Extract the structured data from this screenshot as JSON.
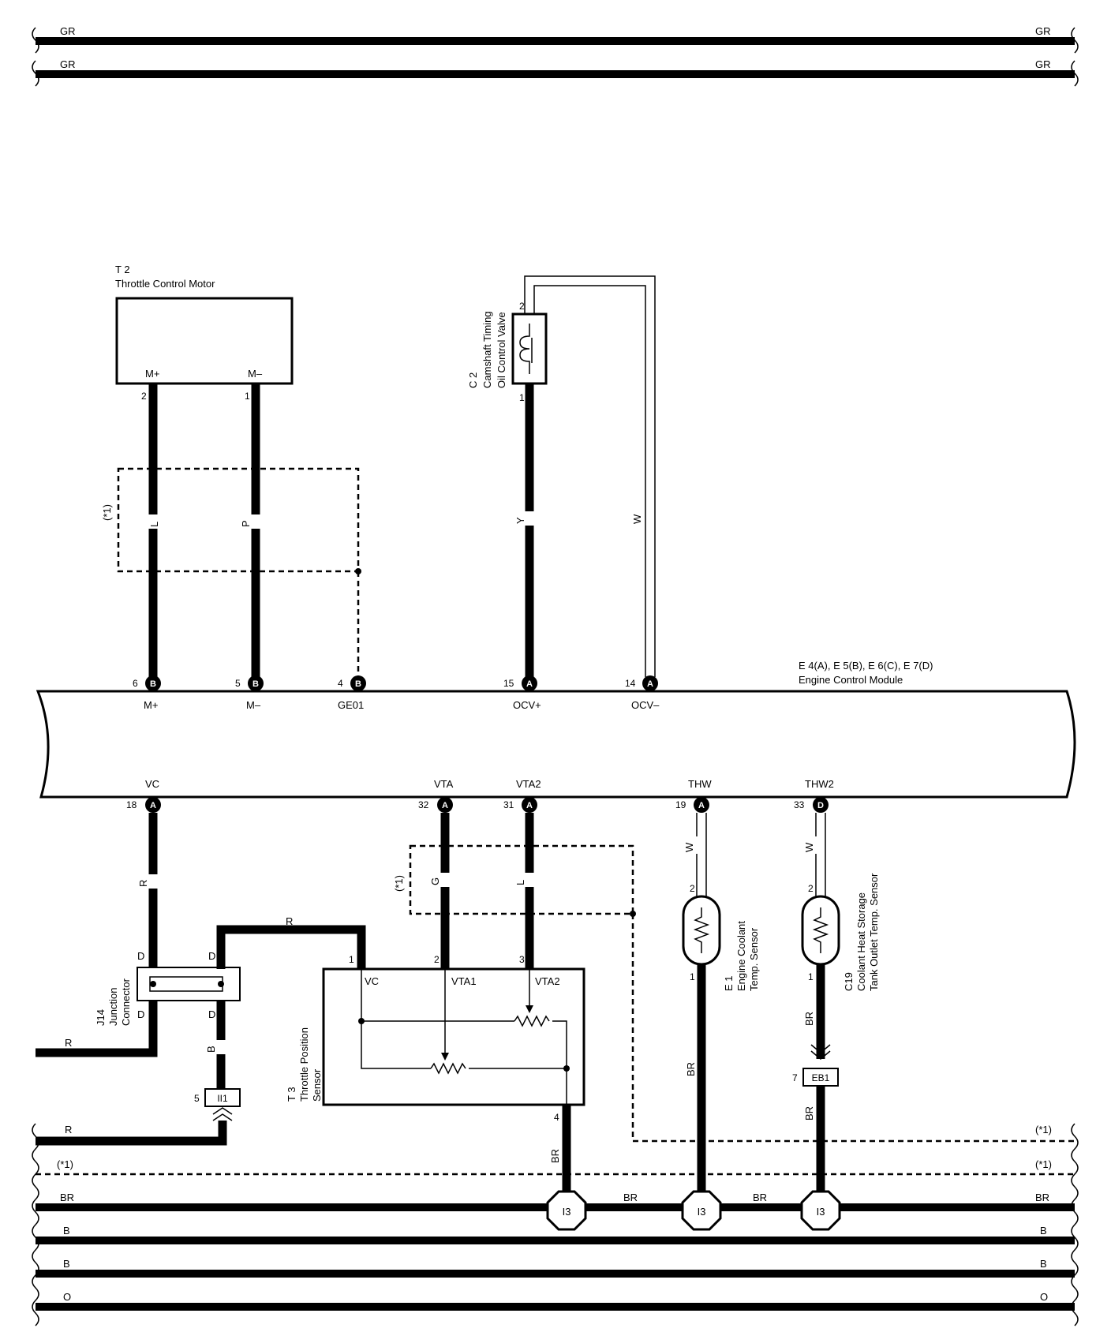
{
  "bus": {
    "top": [
      {
        "left": "GR",
        "right": "GR"
      },
      {
        "left": "GR",
        "right": "GR"
      }
    ],
    "bottom": [
      {
        "left": "(*1)",
        "right": "(*1)"
      },
      {
        "left": "BR",
        "right": "BR"
      },
      {
        "left": "B",
        "right": "B"
      },
      {
        "left": "B",
        "right": "B"
      },
      {
        "left": "O",
        "right": "O"
      }
    ],
    "r_left_1": "R",
    "r_left_2": "R",
    "shield_upper_right": "(*1)",
    "br_mid_1": "BR",
    "br_mid_2": "BR"
  },
  "throttle_motor": {
    "code": "T 2",
    "name": "Throttle Control Motor",
    "pin_plus": "M+",
    "pin_minus": "M–",
    "pin_plus_no": "2",
    "pin_minus_no": "1",
    "wire_plus_color": "L",
    "wire_minus_color": "P",
    "shield_label": "(*1)"
  },
  "ocv": {
    "code": "C 2",
    "name_line1": "Camshaft Timing",
    "name_line2": "Oil Control Valve",
    "pin_top": "2",
    "pin_bottom": "1",
    "wire_plus_color": "Y",
    "wire_minus_color": "W"
  },
  "ecm": {
    "codes": "E 4(A), E 5(B), E 6(C), E 7(D)",
    "name": "Engine Control Module",
    "top_pins": [
      {
        "num": "6",
        "conn": "B",
        "name": "M+"
      },
      {
        "num": "5",
        "conn": "B",
        "name": "M–"
      },
      {
        "num": "4",
        "conn": "B",
        "name": "GE01"
      },
      {
        "num": "15",
        "conn": "A",
        "name": "OCV+"
      },
      {
        "num": "14",
        "conn": "A",
        "name": "OCV–"
      }
    ],
    "bottom_pins": [
      {
        "num": "18",
        "conn": "A",
        "name": "VC"
      },
      {
        "num": "32",
        "conn": "A",
        "name": "VTA"
      },
      {
        "num": "31",
        "conn": "A",
        "name": "VTA2"
      },
      {
        "num": "19",
        "conn": "A",
        "name": "THW"
      },
      {
        "num": "33",
        "conn": "D",
        "name": "THW2"
      }
    ]
  },
  "junction": {
    "code": "J14",
    "name_line1": "Junction",
    "name_line2": "Connector",
    "pin": "D",
    "wire_vc": "R",
    "wire_to_tps": "R",
    "wire_down": "B",
    "ii1_pin": "5",
    "ii1_code": "II1"
  },
  "tps": {
    "code": "T 3",
    "name_line1": "Throttle Position",
    "name_line2": "Sensor",
    "pin_vc_no": "1",
    "pin_vta1_no": "2",
    "pin_vta2_no": "3",
    "pin_e2_no": "4",
    "pin_vc": "VC",
    "pin_vta1": "VTA1",
    "pin_vta2": "VTA2",
    "wire_vta": "G",
    "wire_vta2": "L",
    "wire_gnd": "BR",
    "shield_label": "(*1)"
  },
  "ect": {
    "code": "E 1",
    "name_line1": "Engine Coolant",
    "name_line2": "Temp. Sensor",
    "pin_top": "2",
    "pin_bottom": "1",
    "wire_sig": "W",
    "wire_gnd": "BR"
  },
  "chs": {
    "code": "C19",
    "name_line1": "Coolant Heat Storage",
    "name_line2": "Tank Outlet Temp. Sensor",
    "pin_top": "2",
    "pin_bottom": "1",
    "wire_sig": "W",
    "wire_gnd": "BR",
    "wire_gnd2": "BR",
    "eb1_pin": "7",
    "eb1_code": "EB1"
  },
  "ground": {
    "code": "I3"
  }
}
